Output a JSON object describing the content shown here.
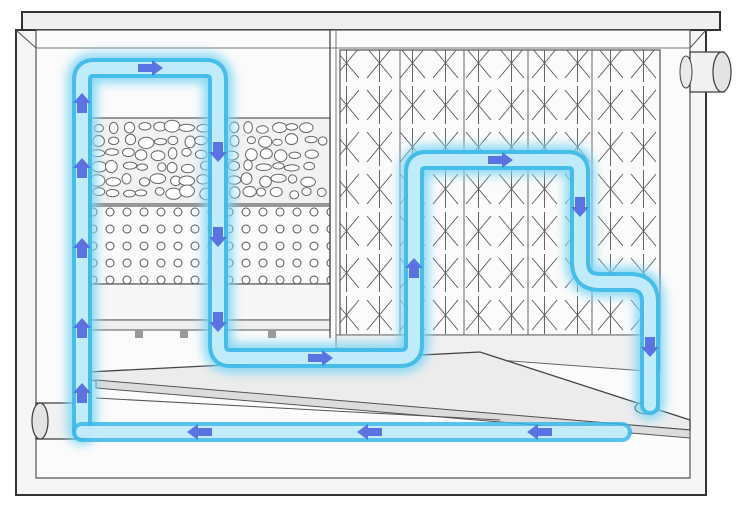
{
  "diagram": {
    "kind": "filter tank cross-section with water flow path",
    "labels": [],
    "components": [
      {
        "name": "tank-housing",
        "icon": "tank-outline"
      },
      {
        "name": "gravel-filter-layer",
        "icon": "pebbles-texture"
      },
      {
        "name": "perforated-plate-layer",
        "icon": "hole-grid"
      },
      {
        "name": "crossflow-media-block",
        "icon": "x-pattern-grid"
      },
      {
        "name": "inlet-pipe",
        "icon": "pipe-stub"
      },
      {
        "name": "outlet-pipe",
        "icon": "pipe-stub"
      },
      {
        "name": "sloped-floor-plate",
        "icon": "slanted-board"
      },
      {
        "name": "water-flow-path",
        "icon": "glowing-tube-with-arrows"
      }
    ],
    "colors": {
      "outline": "#3a3a3a",
      "tank_fill": "#f4f4f4",
      "flow_glow": "#7fd6f5",
      "flow_core": "#dff6ff",
      "flow_edge": "#39b7e6",
      "arrow": "#5a73e0"
    }
  }
}
